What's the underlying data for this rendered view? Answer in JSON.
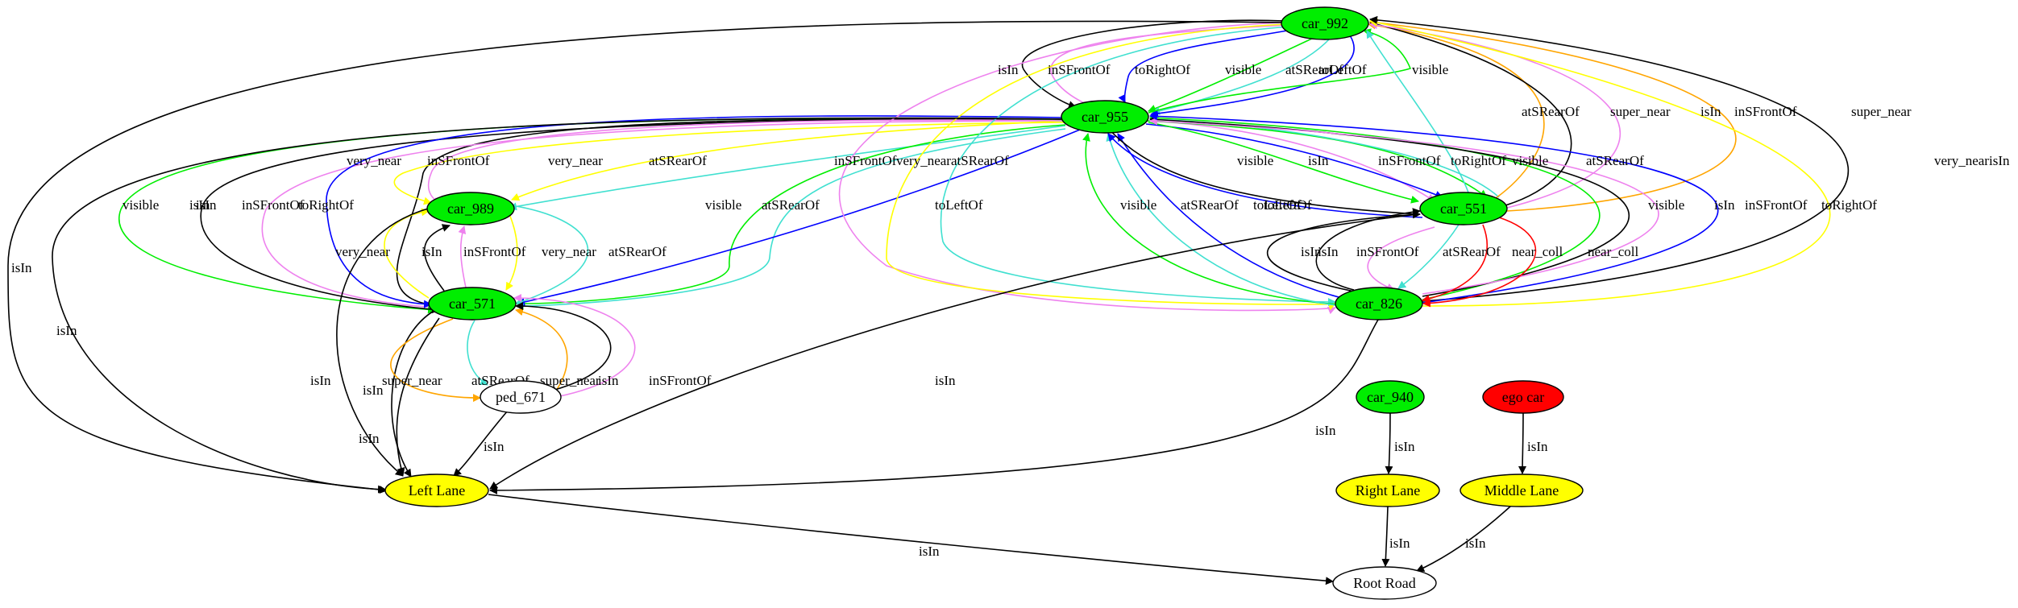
{
  "nodes": [
    {
      "id": "car_992",
      "label": "car_992",
      "fill": "#00ee00"
    },
    {
      "id": "car_955",
      "label": "car_955",
      "fill": "#00ee00"
    },
    {
      "id": "car_989",
      "label": "car_989",
      "fill": "#00ee00"
    },
    {
      "id": "car_551",
      "label": "car_551",
      "fill": "#00ee00"
    },
    {
      "id": "car_571",
      "label": "car_571",
      "fill": "#00ee00"
    },
    {
      "id": "car_826",
      "label": "car_826",
      "fill": "#00ee00"
    },
    {
      "id": "ped_671",
      "label": "ped_671",
      "fill": "#ffffff"
    },
    {
      "id": "car_940",
      "label": "car_940",
      "fill": "#00ee00"
    },
    {
      "id": "ego_car",
      "label": "ego car",
      "fill": "#ff0000"
    },
    {
      "id": "left_lane",
      "label": "Left Lane",
      "fill": "#ffff00"
    },
    {
      "id": "right_lane",
      "label": "Right Lane",
      "fill": "#ffff00"
    },
    {
      "id": "middle_lane",
      "label": "Middle Lane",
      "fill": "#ffff00"
    },
    {
      "id": "root_road",
      "label": "Root Road",
      "fill": "#ffffff"
    }
  ],
  "edge_colors": {
    "black": "#000000",
    "green": "#00ee00",
    "blue": "#0000ff",
    "violet": "#ee82ee",
    "turquoise": "#40e0d0",
    "orange": "#ffa500",
    "yellow": "#ffff00",
    "red": "#ff0000"
  },
  "edges": [
    {
      "id": "e1",
      "label": "isIn",
      "color": "black"
    },
    {
      "id": "e2",
      "label": "inSFrontOf",
      "color": "violet"
    },
    {
      "id": "e3",
      "label": "toRightOf",
      "color": "blue"
    },
    {
      "id": "e4",
      "label": "visible",
      "color": "green"
    },
    {
      "id": "e5",
      "label": "atSRearOf",
      "color": "turquoise"
    },
    {
      "id": "e6",
      "label": "toLeftOf",
      "color": "blue"
    },
    {
      "id": "e7",
      "label": "visible",
      "color": "green"
    },
    {
      "id": "e8",
      "label": "isIn",
      "color": "black"
    },
    {
      "id": "e9",
      "label": "inSFrontOf",
      "color": "violet"
    },
    {
      "id": "e10",
      "label": "very_near",
      "color": "yellow"
    },
    {
      "id": "e11",
      "label": "atSRearOf",
      "color": "turquoise"
    },
    {
      "id": "e12",
      "label": "very_near",
      "color": "yellow"
    },
    {
      "id": "e13",
      "label": "visible",
      "color": "green"
    },
    {
      "id": "e14",
      "label": "isIn",
      "color": "black"
    },
    {
      "id": "e15",
      "label": "inSFrontOf",
      "color": "violet"
    },
    {
      "id": "e16",
      "label": "toRightOf",
      "color": "blue"
    },
    {
      "id": "e17",
      "label": "visible",
      "color": "green"
    },
    {
      "id": "e18",
      "label": "atSRearOf",
      "color": "turquoise"
    },
    {
      "id": "e19",
      "label": "toLeftOf",
      "color": "blue"
    },
    {
      "id": "e20",
      "label": "inSFrontOf",
      "color": "violet"
    },
    {
      "id": "e21",
      "label": "very_near",
      "color": "yellow"
    },
    {
      "id": "e22",
      "label": "atSRearOf",
      "color": "turquoise"
    },
    {
      "id": "e23",
      "label": "toLeftOf",
      "color": "blue"
    },
    {
      "id": "e24",
      "label": "visible",
      "color": "green"
    },
    {
      "id": "e25",
      "label": "isIn",
      "color": "black"
    },
    {
      "id": "e26",
      "label": "inSFrontOf",
      "color": "violet"
    },
    {
      "id": "e27",
      "label": "toRightOf",
      "color": "blue"
    },
    {
      "id": "e28",
      "label": "visible",
      "color": "green"
    },
    {
      "id": "e29",
      "label": "atSRearOf",
      "color": "turquoise"
    },
    {
      "id": "e30",
      "label": "visible",
      "color": "green"
    },
    {
      "id": "e31",
      "label": "atSRearOf",
      "color": "turquoise"
    },
    {
      "id": "e32",
      "label": "toLeftOf",
      "color": "blue"
    },
    {
      "id": "e33",
      "label": "atSRearOf",
      "color": "turquoise"
    },
    {
      "id": "e34",
      "label": "super_near",
      "color": "orange"
    },
    {
      "id": "e35",
      "label": "isIn",
      "color": "black"
    },
    {
      "id": "e36",
      "label": "inSFrontOf",
      "color": "violet"
    },
    {
      "id": "e37",
      "label": "super_near",
      "color": "orange"
    },
    {
      "id": "e38",
      "label": "very_near",
      "color": "yellow"
    },
    {
      "id": "e39",
      "label": "isIn",
      "color": "black"
    },
    {
      "id": "e40",
      "label": "visible",
      "color": "green"
    },
    {
      "id": "e41",
      "label": "isIn",
      "color": "black"
    },
    {
      "id": "e42",
      "label": "inSFrontOf",
      "color": "violet"
    },
    {
      "id": "e43",
      "label": "toRightOf",
      "color": "blue"
    },
    {
      "id": "e44",
      "label": "isIn",
      "color": "black"
    },
    {
      "id": "e45",
      "label": "isIn",
      "color": "black"
    },
    {
      "id": "e46",
      "label": "inSFrontOf",
      "color": "violet"
    },
    {
      "id": "e47",
      "label": "atSRearOf",
      "color": "turquoise"
    },
    {
      "id": "e48",
      "label": "near_coll",
      "color": "red"
    },
    {
      "id": "e49",
      "label": "near_coll",
      "color": "red"
    },
    {
      "id": "e50",
      "label": "very_near",
      "color": "yellow"
    },
    {
      "id": "e51",
      "label": "isIn",
      "color": "black"
    },
    {
      "id": "e52",
      "label": "inSFrontOf",
      "color": "violet"
    },
    {
      "id": "e53",
      "label": "very_near",
      "color": "yellow"
    },
    {
      "id": "e54",
      "label": "atSRearOf",
      "color": "turquoise"
    },
    {
      "id": "e55",
      "label": "isIn",
      "color": "black"
    },
    {
      "id": "e56",
      "label": "super_near",
      "color": "orange"
    },
    {
      "id": "e57",
      "label": "isIn",
      "color": "black"
    },
    {
      "id": "e58",
      "label": "atSRearOf",
      "color": "turquoise"
    },
    {
      "id": "e59",
      "label": "super_near",
      "color": "orange"
    },
    {
      "id": "e60",
      "label": "isIn",
      "color": "black"
    },
    {
      "id": "e61",
      "label": "inSFrontOf",
      "color": "violet"
    },
    {
      "id": "e62",
      "label": "isIn",
      "color": "black"
    },
    {
      "id": "e63",
      "label": "isIn",
      "color": "black"
    },
    {
      "id": "e64",
      "label": "isIn",
      "color": "black"
    },
    {
      "id": "e65",
      "label": "isIn",
      "color": "black"
    },
    {
      "id": "e66",
      "label": "isIn",
      "color": "black"
    },
    {
      "id": "e67",
      "label": "isIn",
      "color": "black"
    },
    {
      "id": "e68",
      "label": "isIn",
      "color": "black"
    },
    {
      "id": "e69",
      "label": "isIn",
      "color": "black"
    }
  ]
}
